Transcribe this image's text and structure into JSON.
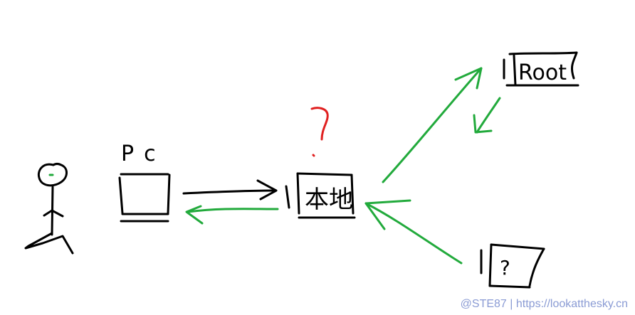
{
  "nodes": {
    "pc": {
      "label": "Pc"
    },
    "local": {
      "label": "本地"
    },
    "root": {
      "label": "Root"
    },
    "unknown": {
      "label": "?"
    }
  },
  "annotation": {
    "question_mark": "?"
  },
  "colors": {
    "ink": "#000000",
    "arrow": "#22aa3c",
    "question": "#e02020",
    "watermark": "#8a9bd4"
  },
  "watermark": "@STE87 | https://lookatthesky.cn"
}
